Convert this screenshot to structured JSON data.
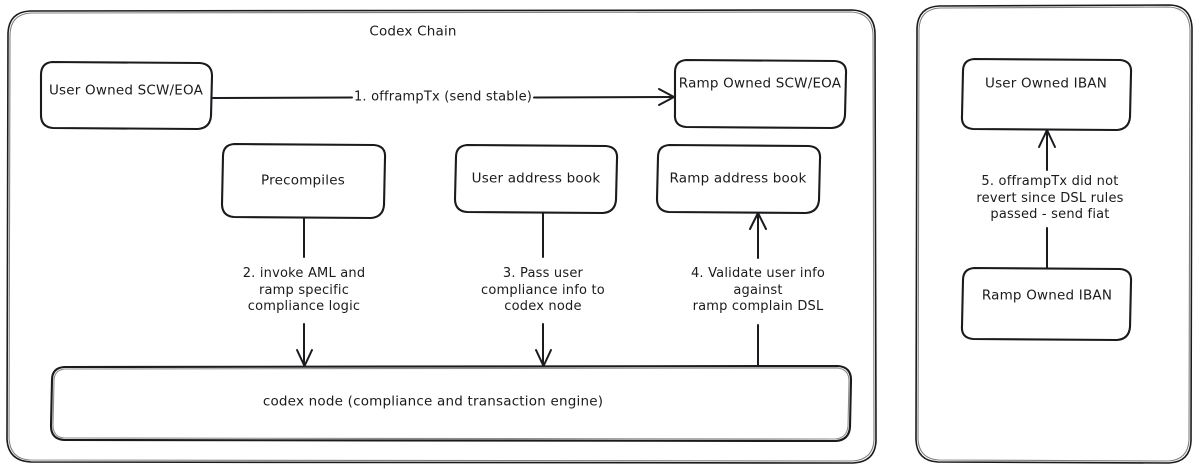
{
  "diagram": {
    "style": "hand-drawn whiteboard (excalidraw)",
    "background_color": "#ffffff",
    "stroke_color": "#1b1b1f",
    "panels": [
      {
        "id": "codex-chain-panel",
        "title": "Codex Chain"
      },
      {
        "id": "fiat-panel",
        "title": ""
      }
    ],
    "nodes": [
      {
        "id": "user-owned-scw-eoa",
        "label": "User Owned SCW/EOA"
      },
      {
        "id": "ramp-owned-scw-eoa",
        "label": "Ramp Owned SCW/EOA"
      },
      {
        "id": "precompiles",
        "label": "Precompiles"
      },
      {
        "id": "user-address-book",
        "label": "User address book"
      },
      {
        "id": "ramp-address-book",
        "label": "Ramp address book"
      },
      {
        "id": "codex-node",
        "label": "codex node (compliance and transaction engine)"
      },
      {
        "id": "user-owned-iban",
        "label": "User Owned IBAN"
      },
      {
        "id": "ramp-owned-iban",
        "label": "Ramp Owned IBAN"
      }
    ],
    "edges": [
      {
        "id": "edge-1",
        "step": "1",
        "from": "user-owned-scw-eoa",
        "to": "ramp-owned-scw-eoa",
        "direction": "right",
        "label": "1. offrampTx (send stable)"
      },
      {
        "id": "edge-2",
        "step": "2",
        "from": "precompiles",
        "to": "codex-node",
        "direction": "down",
        "label": "2. invoke AML and\nramp specific\ncompliance logic"
      },
      {
        "id": "edge-3",
        "step": "3",
        "from": "user-address-book",
        "to": "codex-node",
        "direction": "down",
        "label": "3. Pass user\ncompliance info to\ncodex node"
      },
      {
        "id": "edge-4",
        "step": "4",
        "from": "codex-node",
        "to": "ramp-address-book",
        "direction": "up",
        "label": "4. Validate user info\nagainst\nramp complain DSL"
      },
      {
        "id": "edge-5",
        "step": "5",
        "from": "ramp-owned-iban",
        "to": "user-owned-iban",
        "direction": "up",
        "label": "5. offrampTx did not\nrevert since DSL rules\npassed - send fiat"
      }
    ]
  }
}
